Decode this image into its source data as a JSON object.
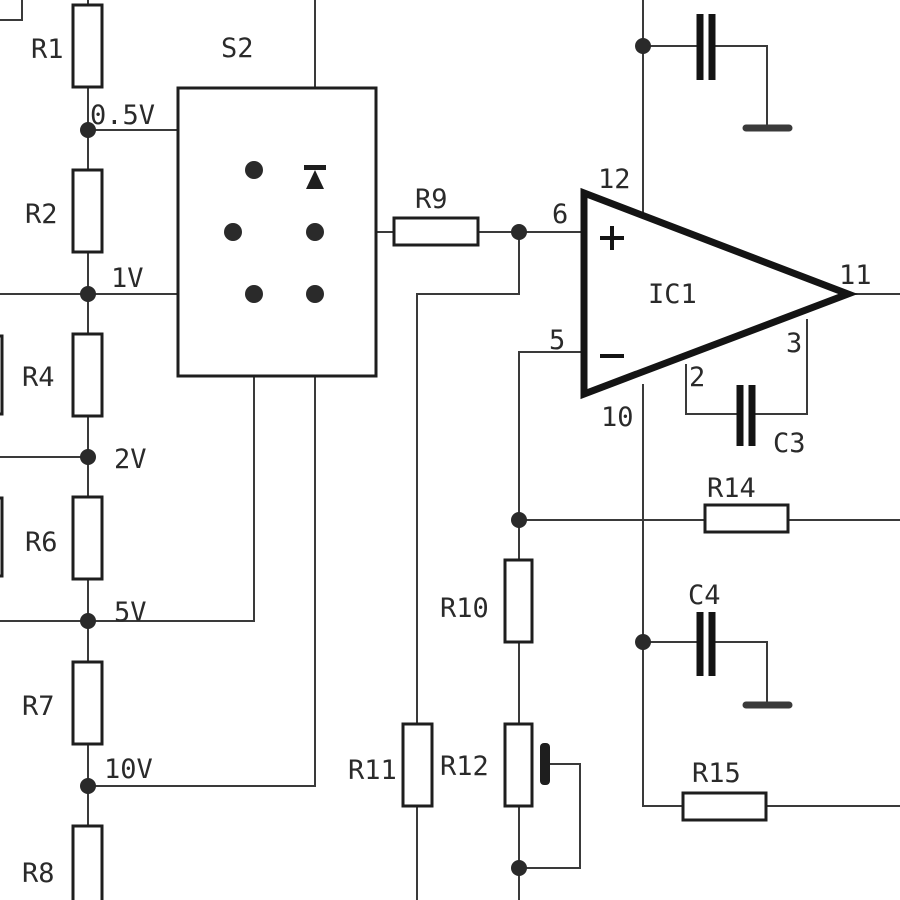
{
  "labels": {
    "r1": "R1",
    "r2": "R2",
    "r4": "R4",
    "r6": "R6",
    "r7": "R7",
    "r8": "R8",
    "r9": "R9",
    "r10": "R10",
    "r11": "R11",
    "r12": "R12",
    "r14": "R14",
    "r15": "R15",
    "s2": "S2",
    "ic1": "IC1",
    "c3": "C3",
    "c4": "C4"
  },
  "voltages": {
    "v05": "0.5V",
    "v1": "1V",
    "v2": "2V",
    "v5": "5V",
    "v10": "10V"
  },
  "pins": {
    "p12": "12",
    "p6": "6",
    "p5": "5",
    "p10": "10",
    "p11": "11",
    "p2": "2",
    "p3": "3"
  },
  "signs": {
    "plus": "+",
    "minus": "−"
  }
}
